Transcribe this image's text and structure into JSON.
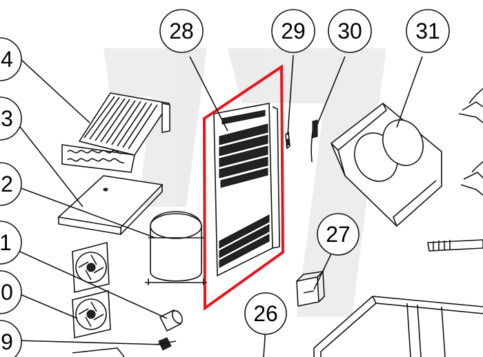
{
  "diagram": {
    "highlight_color": "#e8141c",
    "callouts": [
      {
        "label": "28",
        "highlighted": true
      },
      {
        "label": "29"
      },
      {
        "label": "30"
      },
      {
        "label": "31"
      },
      {
        "label": "27"
      },
      {
        "label": "26"
      },
      {
        "label": "4"
      },
      {
        "label": "3"
      },
      {
        "label": "2"
      },
      {
        "label": "1"
      },
      {
        "label": "0"
      },
      {
        "label": "9"
      }
    ]
  }
}
